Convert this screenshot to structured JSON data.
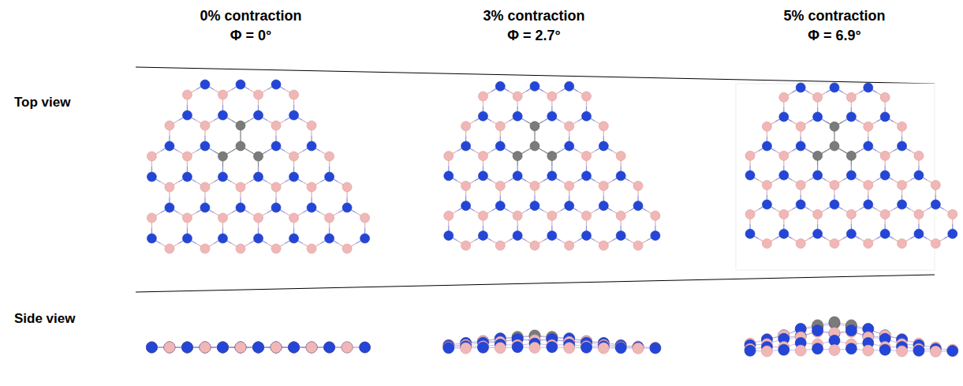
{
  "diagram": {
    "labels": [
      "0% contraction",
      "Φ = 0°",
      "3% contraction",
      "Φ = 2.7°",
      "5% contraction",
      "Φ = 6.9°",
      "Top view",
      "Side view"
    ]
  }
}
